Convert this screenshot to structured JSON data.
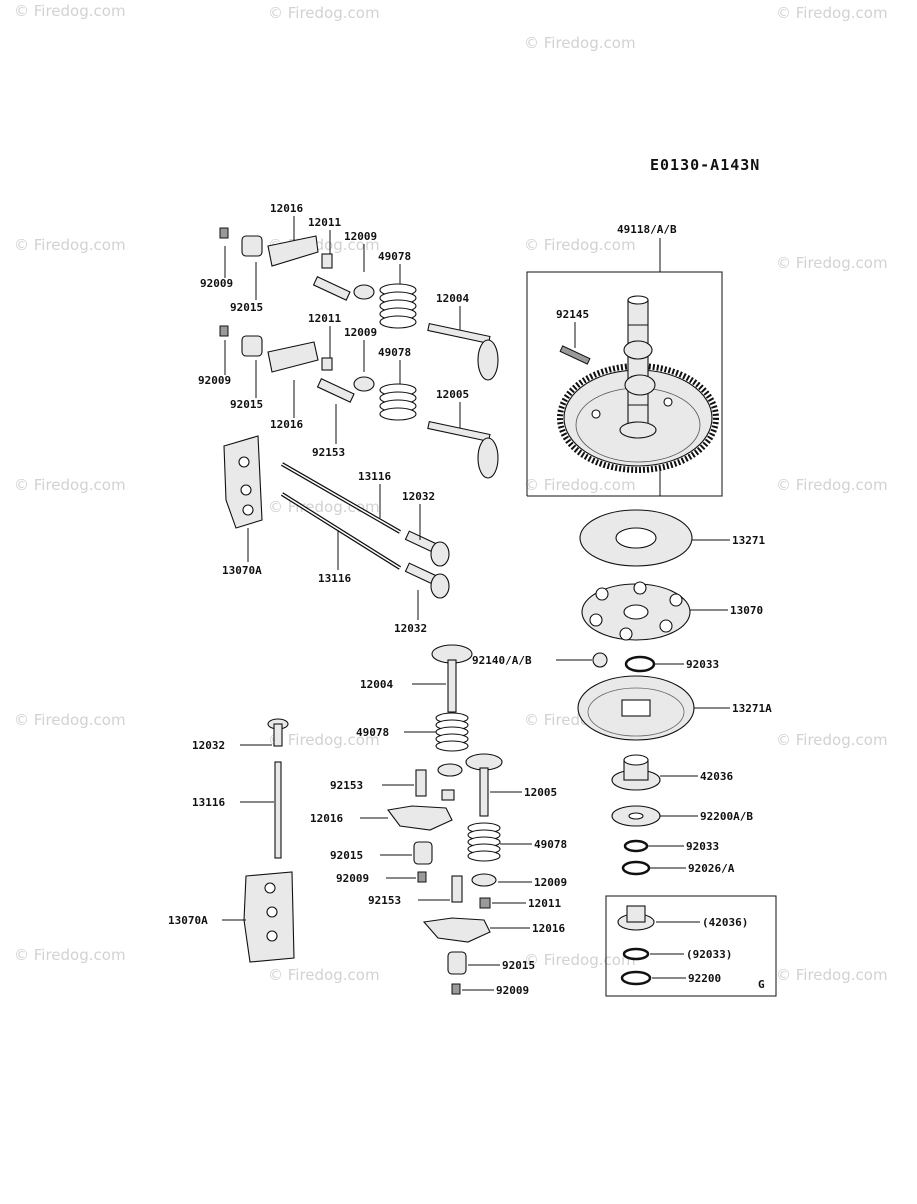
{
  "diagram": {
    "code": "E0130-A143N",
    "watermark": "© Firedog.com",
    "labels": {
      "cam": "49118/A/B",
      "pin_92145": "92145",
      "top_12016": "12016",
      "top_12011": "12011",
      "top_12009": "12009",
      "top_49078": "49078",
      "top_92009": "92009",
      "top_92015": "92015",
      "top_12004": "12004",
      "mid_12011": "12011",
      "mid_12009": "12009",
      "mid_49078": "49078",
      "mid_92009": "92009",
      "mid_92015": "92015",
      "mid_12016": "12016",
      "mid_92153": "92153",
      "mid_12005": "12005",
      "plate_13070A": "13070A",
      "rod_13116a": "13116",
      "rod_13116b": "13116",
      "lifter_12032a": "12032",
      "lifter_12032b": "12032",
      "washer_13271": "13271",
      "gov_13070": "13070",
      "ball_92140": "92140/A/B",
      "ring_92033a": "92033",
      "valve_12004": "12004",
      "cup_13271A": "13271A",
      "spring_49078a": "49078",
      "sleeve_42036": "42036",
      "lifter_12032c": "12032",
      "rod_13116c": "13116",
      "bolt_92153a": "92153",
      "valve_12005": "12005",
      "washer_92200AB": "92200A/B",
      "arm_12016a": "12016",
      "ring_92033b": "92033",
      "spring_49078b": "49078",
      "collar_92015a": "92015",
      "washer_92026": "92026/A",
      "nut_92009a": "92009",
      "retainer_12009": "12009",
      "bolt_92153b": "92153",
      "keeper_12011": "12011",
      "plate_13070A_b": "13070A",
      "arm_12016b": "12016",
      "collar_92015b": "92015",
      "nut_92009b": "92009",
      "box_42036": "(42036)",
      "box_92033": "(92033)",
      "box_92200": "92200",
      "box_G": "G"
    }
  }
}
